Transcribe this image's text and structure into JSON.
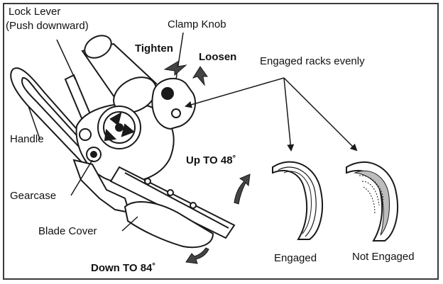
{
  "labels": {
    "lock_lever": "Lock Lever",
    "lock_lever_note": "(Push downward)",
    "clamp_knob": "Clamp Knob",
    "tighten": "Tighten",
    "loosen": "Loosen",
    "engaged_racks": "Engaged racks evenly",
    "handle": "Handle",
    "gearcase": "Gearcase",
    "blade_cover": "Blade Cover",
    "up_to": "Up TO 48˚",
    "down_to": "Down TO 84˚",
    "engaged": "Engaged",
    "not_engaged": "Not Engaged"
  },
  "colors": {
    "line": "#1a1a1a",
    "arrow_fill": "#444444",
    "rack_fill": "#bdbdbd"
  }
}
